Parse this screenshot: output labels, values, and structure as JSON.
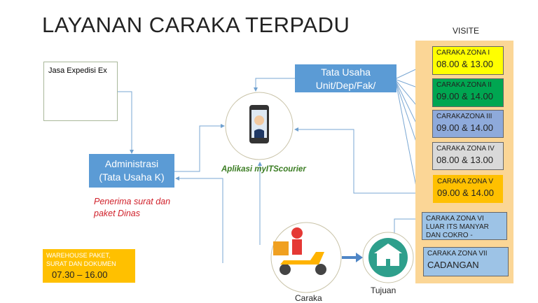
{
  "title": "LAYANAN CARAKA TERPADU",
  "visite": "VISITE",
  "jasa": "Jasa Expedisi Ex",
  "admin": {
    "line1": "Administrasi",
    "line2": "(Tata Usaha K)"
  },
  "tata_usaha": {
    "line1": "Tata Usaha",
    "line2": "Unit/Dep/Fak/"
  },
  "penerima": {
    "line1": "Penerima surat dan",
    "line2": "paket Dinas"
  },
  "aplikasi": "Aplikasi myITScourier",
  "warehouse": {
    "line1": "WAREHOUSE PAKET,",
    "line2": "SURAT DAN DOKUMEN",
    "time": "07.30 – 16.00"
  },
  "caraka": "Caraka",
  "tujuan": "Tujuan",
  "zones": [
    {
      "name": "CARAKA  ZONA I",
      "time": "08.00 & 13.00",
      "color": "#ffff00"
    },
    {
      "name": "CARAKA  ZONA II",
      "time": "09.00 & 14.00",
      "color": "#00a651"
    },
    {
      "name": "CARAKAZONA  III",
      "time": "09.00 & 14.00",
      "color": "#8eaadb"
    },
    {
      "name": "CARAKA ZONA IV",
      "time": "08.00 & 13.00",
      "color": "#d9d9d9"
    },
    {
      "name": "CARAKA ZONA V",
      "time": "09.00 & 14.00",
      "color": "#ffc000"
    },
    {
      "name": "CARAKA ZONA VI LUAR ITS  MANYAR DAN COKRO - REQUEST",
      "time": "",
      "color": "#9dc3e6"
    },
    {
      "name": "CARAKA ZONA VII",
      "time": "CADANGAN",
      "color": "#9dc3e6"
    }
  ]
}
